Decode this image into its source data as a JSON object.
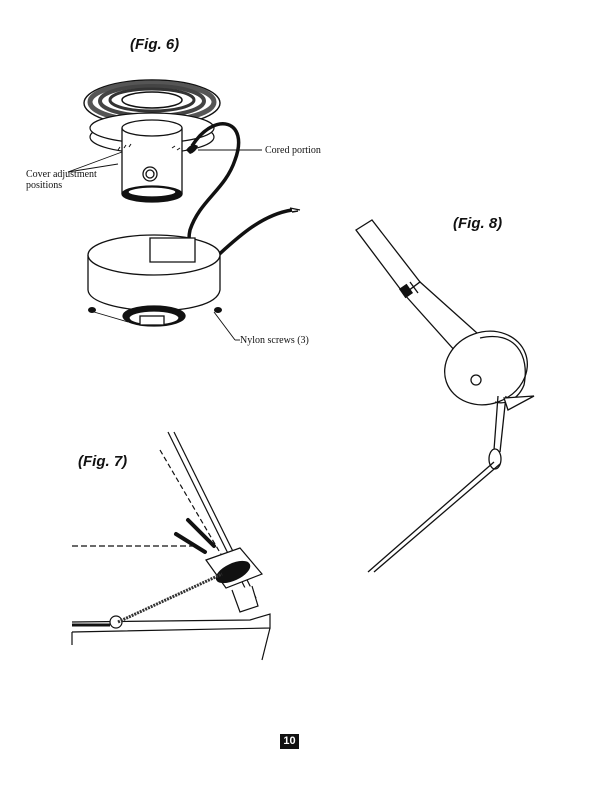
{
  "figures": {
    "fig6": {
      "title": "(Fig. 6)",
      "callouts": {
        "cored_portion": "Cored portion",
        "cover_adjustment_line1": "Cover adjustment",
        "cover_adjustment_line2": "positions",
        "nylon_screws": "Nylon screws (3)"
      }
    },
    "fig7": {
      "title": "(Fig. 7)"
    },
    "fig8": {
      "title": "(Fig. 8)"
    }
  },
  "page_number": "10"
}
